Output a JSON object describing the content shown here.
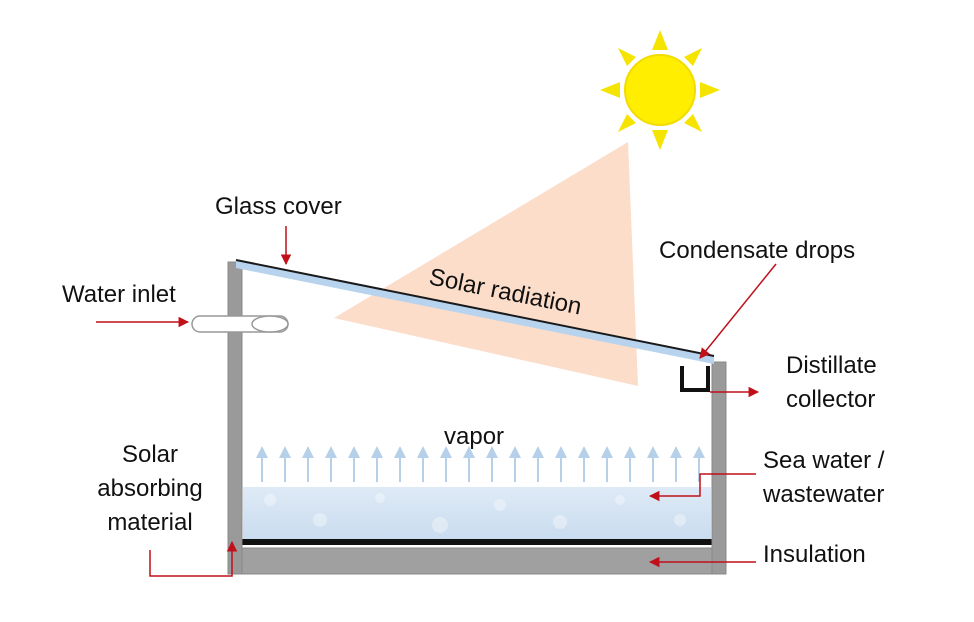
{
  "labels": {
    "glass_cover": "Glass cover",
    "water_inlet": "Water inlet",
    "solar_radiation": "Solar radiation",
    "condensate_drops": "Condensate drops",
    "distillate_collector_line1": "Distillate",
    "distillate_collector_line2": "collector",
    "vapor": "vapor",
    "sea_water_line1": "Sea water /",
    "sea_water_line2": "wastewater",
    "solar_absorbing_line1": "Solar",
    "solar_absorbing_line2": "absorbing",
    "solar_absorbing_line3": "material",
    "insulation": "Insulation"
  },
  "colors": {
    "sun": "#ffee00",
    "sun_rays": "#f5e400",
    "radiation_beam": "#fbd9c4",
    "wall": "#9a9a9a",
    "glass": "#b7d3ee",
    "water": "#d7e6f4",
    "absorber": "#111111",
    "leader_arrow": "#c0101a",
    "vapor_arrow": "#b6d0ea"
  },
  "icons": {
    "sun": "sun-icon",
    "vapor_arrows": "arrow-up-icon"
  }
}
